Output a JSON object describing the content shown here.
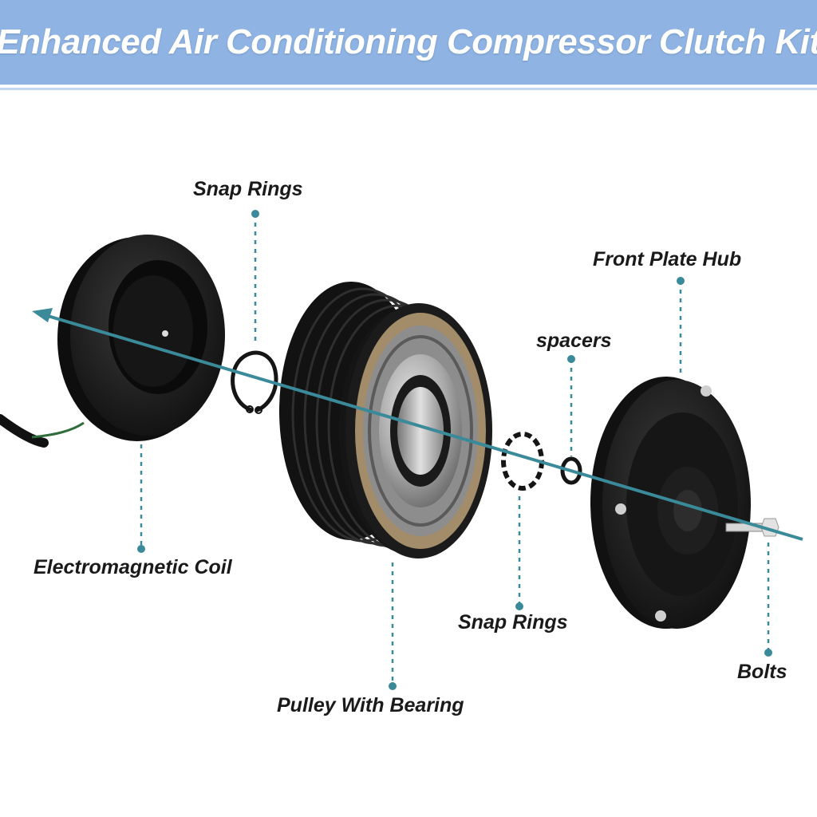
{
  "title": "Enhanced Air Conditioning Compressor Clutch Kit",
  "colors": {
    "banner": "#8fb4e4",
    "accent": "#3a8a9a",
    "part": "#1c1c1c"
  },
  "labels": {
    "snap_rings_top": "Snap Rings",
    "front_plate_hub": "Front Plate Hub",
    "spacers": "spacers",
    "electromagnetic_coil": "Electromagnetic Coil",
    "snap_rings_bottom": "Snap Rings",
    "bolts": "Bolts",
    "pulley_with_bearing": "Pulley With Bearing"
  }
}
